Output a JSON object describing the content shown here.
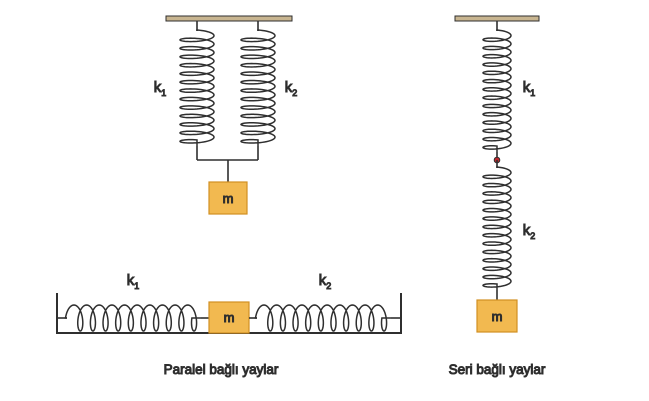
{
  "colors": {
    "spring": "#2f2f2f",
    "ceiling": "#c8b590",
    "mass_fill": "#f2b950",
    "mass_stroke": "#d18f22",
    "joint": "#c0282e"
  },
  "parallel_vertical": {
    "k1": {
      "letter": "k",
      "sub": "1"
    },
    "k2": {
      "letter": "k",
      "sub": "2"
    },
    "mass": "m"
  },
  "series_vertical": {
    "k1": {
      "letter": "k",
      "sub": "1"
    },
    "k2": {
      "letter": "k",
      "sub": "2"
    },
    "mass": "m"
  },
  "horizontal": {
    "k1": {
      "letter": "k",
      "sub": "1"
    },
    "k2": {
      "letter": "k",
      "sub": "2"
    },
    "mass": "m"
  },
  "captions": {
    "parallel": "Paralel bağlı yaylar",
    "series": "Seri bağlı yaylar"
  }
}
